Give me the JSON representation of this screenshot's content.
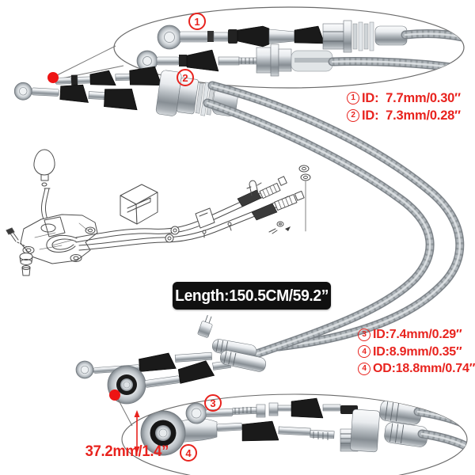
{
  "annotations": {
    "specs_top": [
      {
        "num": "1",
        "text": "ID:  7.7mm/0.30″"
      },
      {
        "num": "2",
        "text": "ID:  7.3mm/0.28″"
      }
    ],
    "specs_bottom": [
      {
        "num": "3",
        "text": "ID:7.4mm/0.29″"
      },
      {
        "num": "4",
        "text": "ID:8.9mm/0.35″"
      },
      {
        "num": "4",
        "text": "OD:18.8mm/0.74″"
      }
    ],
    "length_label": "Length:150.5CM/59.2”",
    "dimension_label": "37.2mm/1.4”",
    "callout_top_labels": [
      "1",
      "2"
    ],
    "callout_bottom_labels": [
      "3",
      "4"
    ]
  },
  "colors": {
    "accent_red": "#e8231e",
    "badge_bg": "#101010",
    "badge_text": "#ffffff",
    "cable_gray": "#a7adb2",
    "outline_gray": "#666666"
  }
}
